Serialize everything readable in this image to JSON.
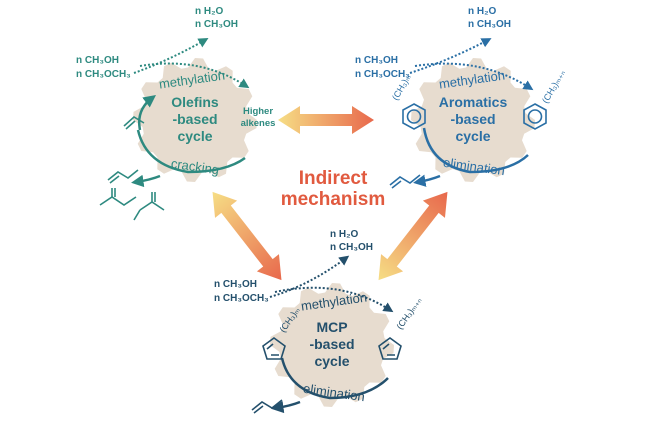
{
  "center": {
    "line1": "Indirect",
    "line2": "mechanism"
  },
  "olefins": {
    "title1": "Olefins",
    "title2": "-based",
    "title3": "cycle",
    "methylation": "methylation",
    "cracking": "cracking",
    "in1": "n CH₃OH",
    "in2": "n CH₃OCH₃",
    "out1": "n H₂O",
    "out2": "n CH₃OH",
    "product1": "Higher",
    "product2": "alkenes"
  },
  "aromatics": {
    "title1": "Aromatics",
    "title2": "-based",
    "title3": "cycle",
    "methylation": "methylation",
    "elimination": "elimination",
    "in1": "n CH₃OH",
    "in2": "n CH₃OCH₃",
    "out1": "n H₂O",
    "out2": "n CH₃OH",
    "sub_left": "(CH₃)ₘ",
    "sub_right": "(CH₃)ₘ₊ₙ"
  },
  "mcp": {
    "title1": "MCP",
    "title2": "-based",
    "title3": "cycle",
    "methylation": "methylation",
    "elimination": "elimination",
    "in1": "n CH₃OH",
    "in2": "n CH₃OCH₃",
    "out1": "n H₂O",
    "out2": "n CH₃OH",
    "sub_left": "(CH₃)ₘ",
    "sub_right": "(CH₃)ₘ₊ₙ"
  },
  "colors": {
    "gear": "#e7dccf",
    "teal": "#2e8a80",
    "blue": "#2a6fa5",
    "navy": "#24506c",
    "red": "#e15a3f",
    "yellow": "#f4d77c"
  }
}
